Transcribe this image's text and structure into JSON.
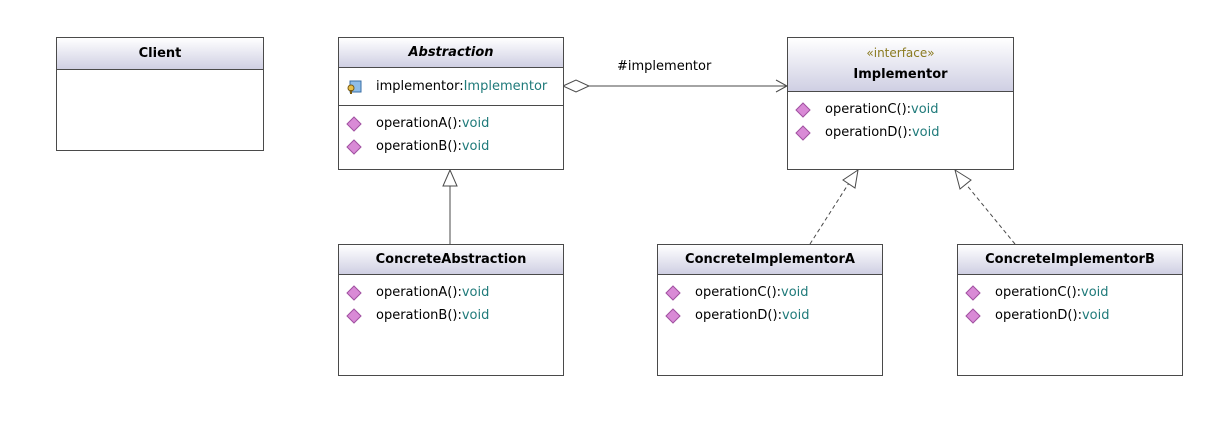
{
  "classes": {
    "client": {
      "name": "Client"
    },
    "abstraction": {
      "name": "Abstraction",
      "attribute": {
        "name": "implementor:",
        "type": "Implementor"
      },
      "ops": [
        {
          "name": "operationA():",
          "type": "void"
        },
        {
          "name": "operationB():",
          "type": "void"
        }
      ]
    },
    "implementor": {
      "stereotype": "«interface»",
      "name": "Implementor",
      "ops": [
        {
          "name": "operationC():",
          "type": "void"
        },
        {
          "name": "operationD():",
          "type": "void"
        }
      ]
    },
    "concrete_abstraction": {
      "name": "ConcreteAbstraction",
      "ops": [
        {
          "name": "operationA():",
          "type": "void"
        },
        {
          "name": "operationB():",
          "type": "void"
        }
      ]
    },
    "concrete_impl_a": {
      "name": "ConcreteImplementorA",
      "ops": [
        {
          "name": "operationC():",
          "type": "void"
        },
        {
          "name": "operationD():",
          "type": "void"
        }
      ]
    },
    "concrete_impl_b": {
      "name": "ConcreteImplementorB",
      "ops": [
        {
          "name": "operationC():",
          "type": "void"
        },
        {
          "name": "operationD():",
          "type": "void"
        }
      ]
    }
  },
  "association": {
    "label": "#implementor"
  },
  "colors": {
    "border": "#4a4a4a",
    "type_text": "#1f7a7a",
    "stereotype_text": "#8a7a20",
    "operation_icon": "#d98ad6"
  },
  "icons": {
    "operation": "pink-diamond-icon",
    "attribute": "field-key-icon"
  }
}
